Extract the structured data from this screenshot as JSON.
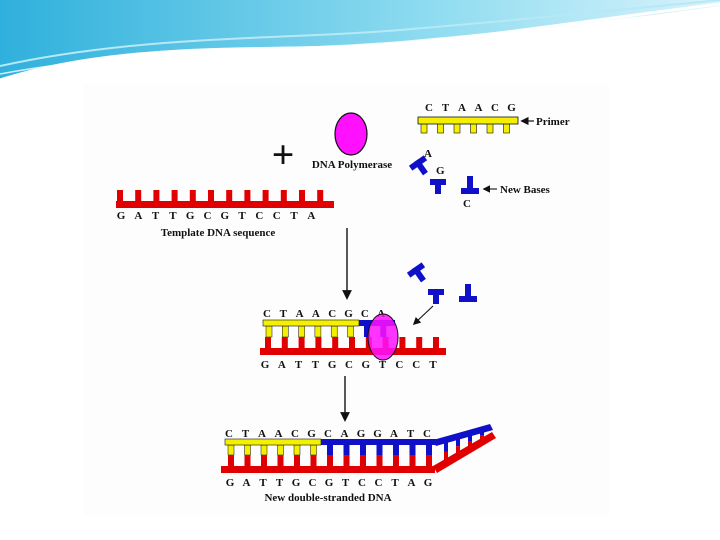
{
  "labels": {
    "primer": "Primer",
    "dna_polymerase": "DNA Polymerase",
    "new_bases": "New Bases",
    "template_caption": "Template DNA sequence",
    "result_caption": "New double-stranded DNA"
  },
  "plus_sign": "+",
  "colors": {
    "background": "#ffffff",
    "panel": "#fdfdfd",
    "header_wave": "#5bc7e8",
    "template_strand": "#e00000",
    "primer_strand": "#f4f000",
    "new_bases": "#1010c8",
    "polymerase": "#ff10ff"
  },
  "sequences": {
    "primer": [
      "C",
      "T",
      "A",
      "A",
      "C",
      "G"
    ],
    "template": [
      "G",
      "A",
      "T",
      "T",
      "G",
      "C",
      "G",
      "T",
      "C",
      "C",
      "T",
      "A"
    ],
    "free_bases": [
      "A",
      "G",
      "C"
    ],
    "step2_top": [
      "C",
      "T",
      "A",
      "A",
      "C",
      "G",
      "C",
      "A"
    ],
    "step2_bottom": [
      "G",
      "A",
      "T",
      "T",
      "G",
      "C",
      "G",
      "T",
      "C",
      "C",
      "T"
    ],
    "step3_top": [
      "C",
      "T",
      "A",
      "A",
      "C",
      "G",
      "C",
      "A",
      "G",
      "G",
      "A",
      "T",
      "C"
    ],
    "step3_bottom": [
      "G",
      "A",
      "T",
      "T",
      "G",
      "C",
      "G",
      "T",
      "C",
      "C",
      "T",
      "A",
      "G"
    ]
  }
}
